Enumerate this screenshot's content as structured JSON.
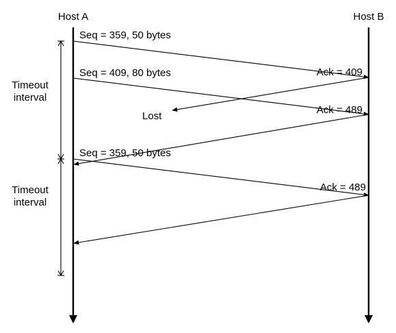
{
  "hosts": {
    "a_label": "Host A",
    "b_label": "Host B"
  },
  "timeouts": [
    {
      "label_line1": "Timeout",
      "label_line2": "interval"
    },
    {
      "label_line1": "Timeout",
      "label_line2": "interval"
    }
  ],
  "messages": [
    {
      "label": "Seq = 359, 50 bytes",
      "from": "A",
      "to": "B",
      "status": "delivered"
    },
    {
      "label": "Ack = 409",
      "from": "B",
      "to": "A",
      "status": "lost"
    },
    {
      "label": "Seq = 409, 80 bytes",
      "from": "A",
      "to": "B",
      "status": "delivered"
    },
    {
      "label": "Ack = 489",
      "from": "B",
      "to": "A",
      "status": "delivered"
    },
    {
      "label": "Seq = 359, 50 bytes",
      "from": "A",
      "to": "B",
      "status": "retransmitted"
    },
    {
      "label": "Ack = 489",
      "from": "B",
      "to": "A",
      "status": "delivered"
    }
  ],
  "lost_label": "Lost"
}
